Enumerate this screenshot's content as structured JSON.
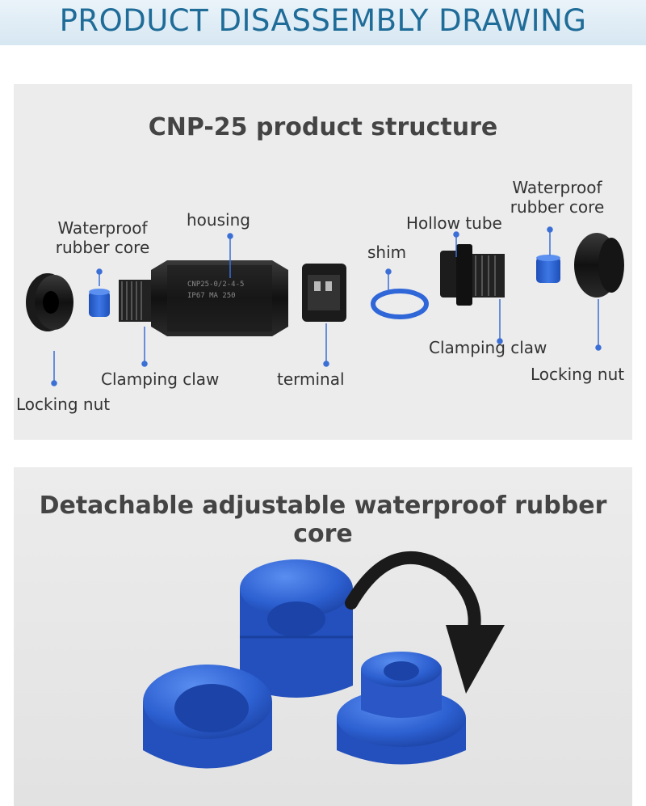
{
  "banner": {
    "title": "PRODUCT DISASSEMBLY DRAWING"
  },
  "structure": {
    "title": "CNP-25 product structure",
    "labels": {
      "locking_nut_left": "Locking nut",
      "rubber_core_left_1": "Waterproof",
      "rubber_core_left_2": "rubber core",
      "housing": "housing",
      "clamping_claw_left": "Clamping claw",
      "terminal": "terminal",
      "shim": "shim",
      "hollow_tube": "Hollow tube",
      "rubber_core_right_1": "Waterproof",
      "rubber_core_right_2": "rubber core",
      "clamping_claw_right": "Clamping claw",
      "locking_nut_right": "Locking nut"
    },
    "housing_print": [
      "CNP25-0/2-4-5",
      "IP67 MA 250"
    ]
  },
  "rubber": {
    "title": "Detachable adjustable waterproof rubber core"
  },
  "colors": {
    "accent": "#1f6c99",
    "rubber_blue": "#2c5fd0",
    "part_black": "#1c1c1c",
    "leader": "#3b6fd6"
  }
}
